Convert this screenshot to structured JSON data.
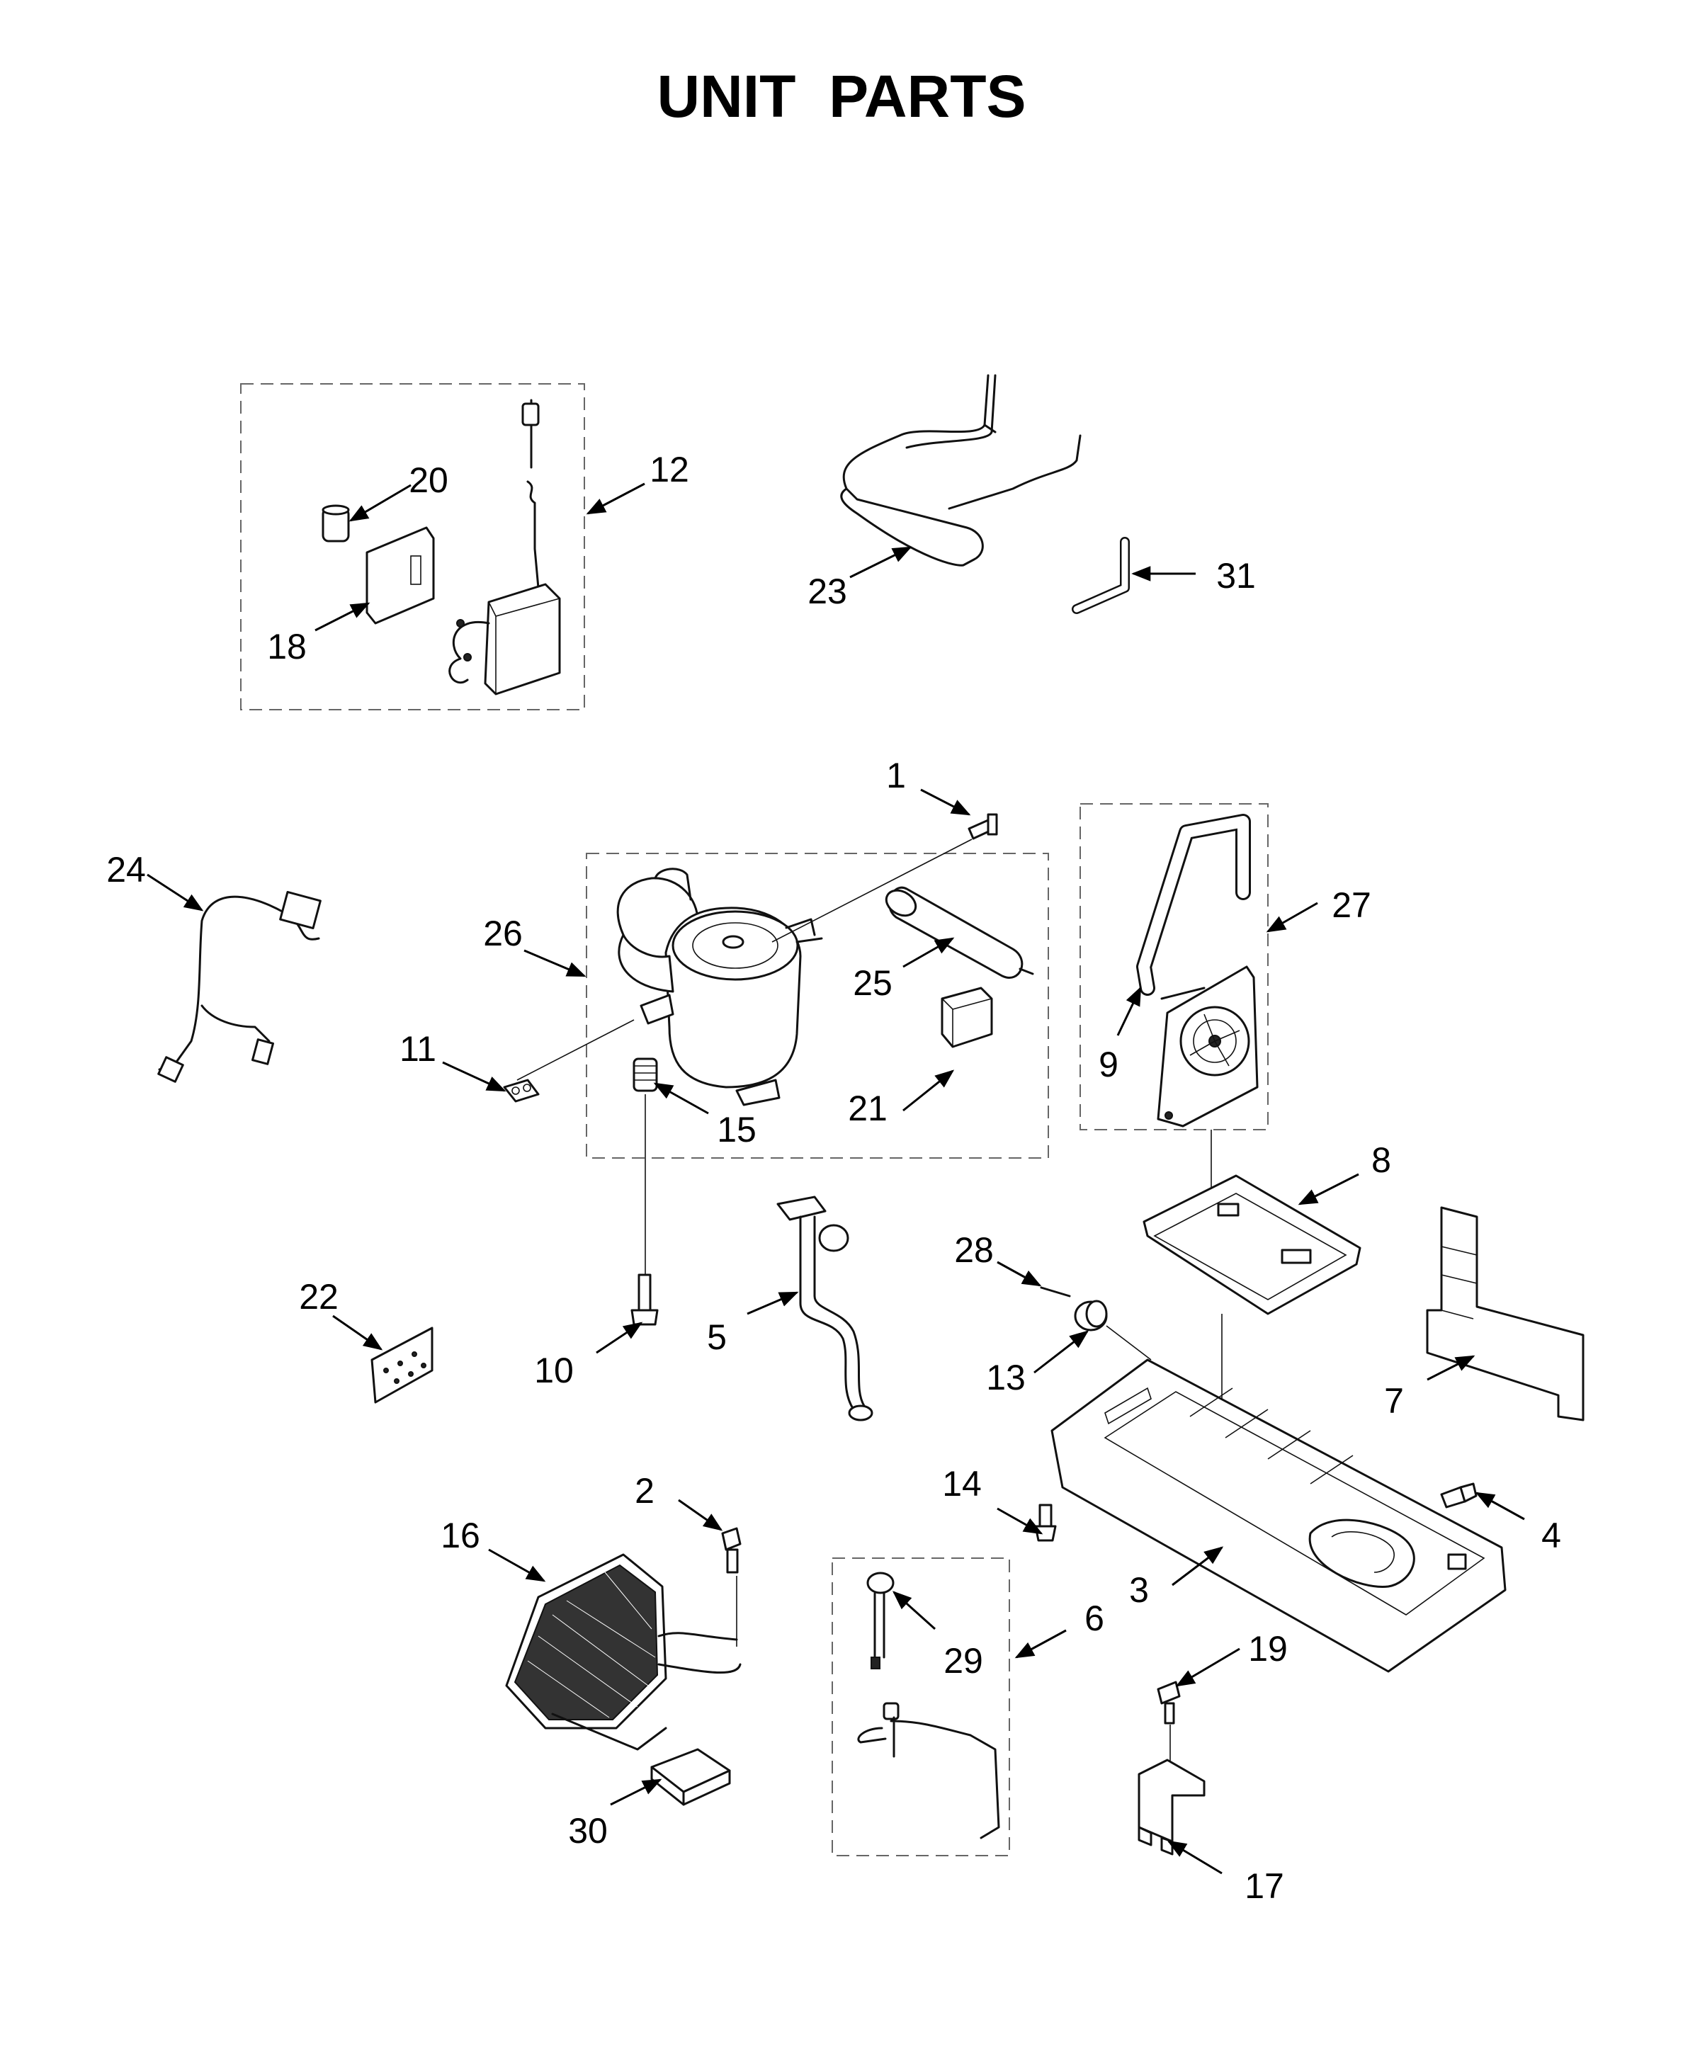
{
  "title": "UNIT  PARTS",
  "callouts": [
    {
      "id": "1",
      "label": "1"
    },
    {
      "id": "2",
      "label": "2"
    },
    {
      "id": "3",
      "label": "3"
    },
    {
      "id": "4",
      "label": "4"
    },
    {
      "id": "5",
      "label": "5"
    },
    {
      "id": "6",
      "label": "6"
    },
    {
      "id": "7",
      "label": "7"
    },
    {
      "id": "8",
      "label": "8"
    },
    {
      "id": "9",
      "label": "9"
    },
    {
      "id": "10",
      "label": "10"
    },
    {
      "id": "11",
      "label": "11"
    },
    {
      "id": "12",
      "label": "12"
    },
    {
      "id": "13",
      "label": "13"
    },
    {
      "id": "14",
      "label": "14"
    },
    {
      "id": "15",
      "label": "15"
    },
    {
      "id": "16",
      "label": "16"
    },
    {
      "id": "17",
      "label": "17"
    },
    {
      "id": "18",
      "label": "18"
    },
    {
      "id": "19",
      "label": "19"
    },
    {
      "id": "20",
      "label": "20"
    },
    {
      "id": "21",
      "label": "21"
    },
    {
      "id": "22",
      "label": "22"
    },
    {
      "id": "23",
      "label": "23"
    },
    {
      "id": "24",
      "label": "24"
    },
    {
      "id": "25",
      "label": "25"
    },
    {
      "id": "26",
      "label": "26"
    },
    {
      "id": "27",
      "label": "27"
    },
    {
      "id": "28",
      "label": "28"
    },
    {
      "id": "29",
      "label": "29"
    },
    {
      "id": "30",
      "label": "30"
    },
    {
      "id": "31",
      "label": "31"
    }
  ],
  "colors": {
    "ink": "#000000",
    "background": "#ffffff",
    "dashed_box": "#666666"
  }
}
